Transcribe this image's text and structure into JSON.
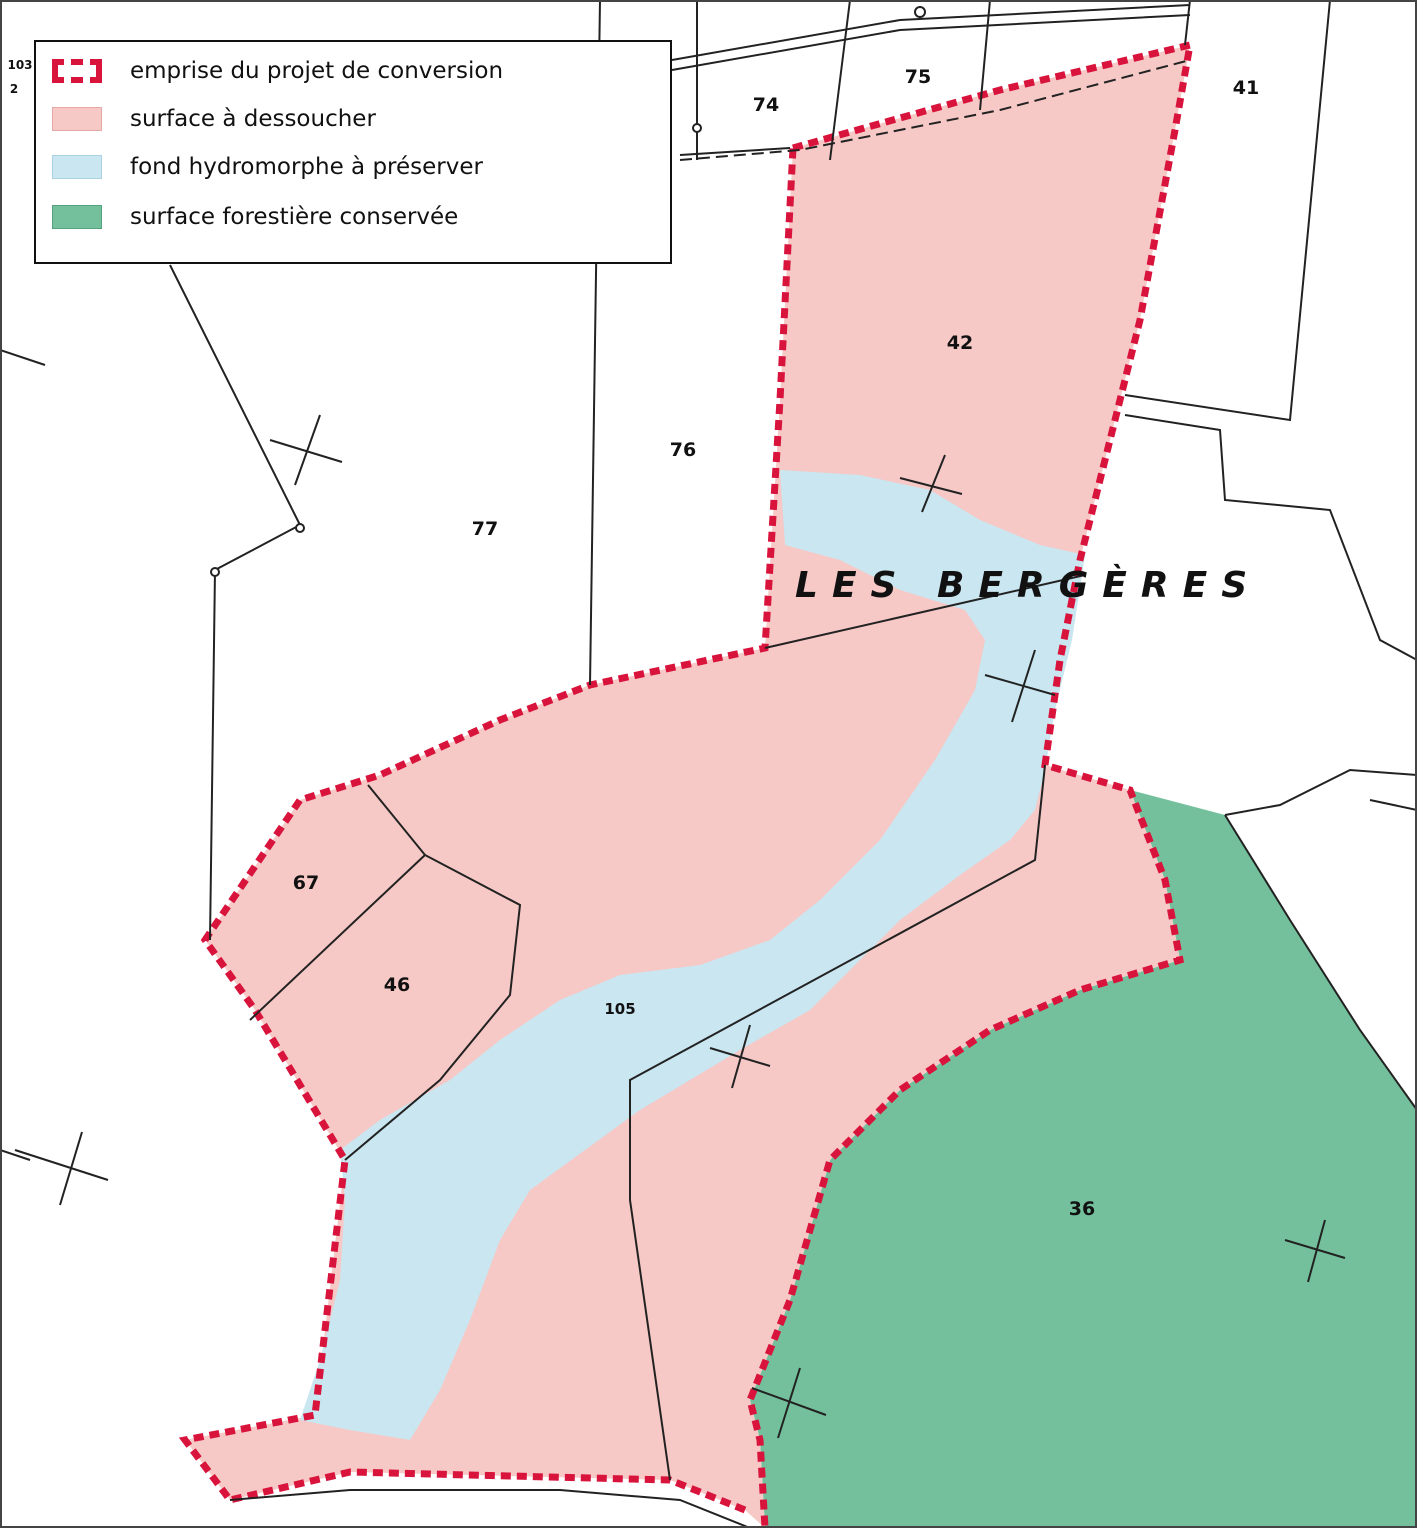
{
  "legend": {
    "items": [
      {
        "label": "emprise du projet de conversion",
        "swatch": "dashed",
        "color": "#d9143c"
      },
      {
        "label": "surface à dessoucher",
        "swatch": "fill",
        "color": "#f6c9c6"
      },
      {
        "label": "fond hydromorphe à préserver",
        "swatch": "fill",
        "color": "#c9e6f1"
      },
      {
        "label": "surface forestière conservée",
        "swatch": "fill",
        "color": "#74c09c"
      }
    ]
  },
  "place_name": "LES BERGÈRES",
  "parcels": [
    "74",
    "75",
    "41",
    "42",
    "76",
    "77",
    "67",
    "46",
    "105",
    "36",
    "103",
    "2"
  ],
  "colors": {
    "boundary": "#d9143c",
    "remove": "#f6c9c6",
    "hydro": "#c9e6f1",
    "forest": "#74c09c",
    "lines": "#222222"
  }
}
